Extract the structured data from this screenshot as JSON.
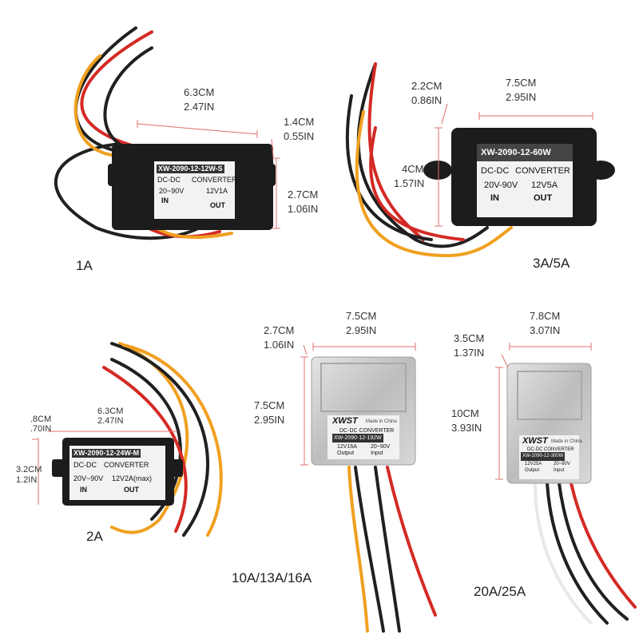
{
  "products": [
    {
      "id": "p1",
      "rating": "1A",
      "length_cm": "6.3CM",
      "length_in": "2.47IN",
      "depth_cm": "1.4CM",
      "depth_in": "0.55IN",
      "height_cm": "2.7CM",
      "height_in": "1.06IN",
      "label_model": "XW-2090-12-12W-S",
      "label_type_a": "DC-DC",
      "label_type_b": "CONVERTER",
      "label_in_range": "20~90V",
      "label_out_rating": "12V1A",
      "label_in": "IN",
      "label_out": "OUT"
    },
    {
      "id": "p2",
      "rating": "3A/5A",
      "depth_cm": "2.2CM",
      "depth_in": "0.86IN",
      "length_cm": "7.5CM",
      "length_in": "2.95IN",
      "height_cm": "4CM",
      "height_in": "1.57IN",
      "label_model": "XW-2090-12-60W",
      "label_type_a": "DC-DC",
      "label_type_b": "CONVERTER",
      "label_in_range": "20V-90V",
      "label_out_rating": "12V5A",
      "label_in": "IN",
      "label_out": "OUT"
    },
    {
      "id": "p3",
      "rating": "2A",
      "depth_cm": ".8CM",
      "depth_in": ".70IN",
      "length_cm": "6.3CM",
      "length_in": "2.47IN",
      "height_cm": "3.2CM",
      "height_in": "1.2IN",
      "label_model": "XW-2090-12-24W-M",
      "label_type_a": "DC-DC",
      "label_type_b": "CONVERTER",
      "label_in_range": "20V~90V",
      "label_out_rating": "12V2A(max)",
      "label_in": "IN",
      "label_out": "OUT"
    },
    {
      "id": "p4",
      "rating": "10A/13A/16A",
      "depth_cm": "2.7CM",
      "depth_in": "1.06IN",
      "length_cm": "7.5CM",
      "length_in": "2.95IN",
      "height_cm": "7.5CM",
      "height_in": "2.95IN",
      "label_brand": "XWST",
      "label_made": "Made in China",
      "label_type": "DC-DC CONVERTER",
      "label_model": "XW-2090-12-192W",
      "label_out_rating": "12V16A",
      "label_in_range": "20~90V",
      "label_out": "Output",
      "label_in": "Input"
    },
    {
      "id": "p5",
      "rating": "20A/25A",
      "depth_cm": "3.5CM",
      "depth_in": "1.37IN",
      "length_cm": "7.8CM",
      "length_in": "3.07IN",
      "height_cm": "10CM",
      "height_in": "3.93IN",
      "label_brand": "XWST",
      "label_made": "Made in China",
      "label_type": "DC-DC CONVERTER",
      "label_model": "XW-2090-12-300W",
      "label_out_rating": "12V25A",
      "label_in_range": "20~90V",
      "label_out": "Output",
      "label_in": "Input"
    }
  ],
  "colors": {
    "background": "#ffffff",
    "dimension_line": "#e07070",
    "case_black": "#1c1c1c",
    "case_silver": "#c9c9c9",
    "wire_red": "#d42a25",
    "wire_black": "#202020",
    "wire_yellow": "#f0a020",
    "wire_white": "#e8e8e8",
    "label_white": "#f2f2f2"
  }
}
